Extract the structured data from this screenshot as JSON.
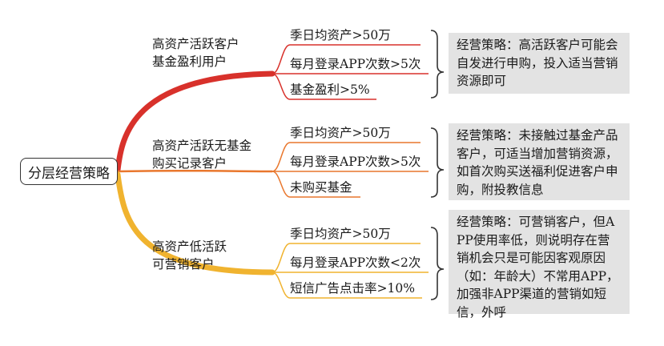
{
  "root": {
    "label": "分层经营策略"
  },
  "branches": [
    {
      "title": [
        "高资产活跃客户",
        "基金盈利用户"
      ],
      "color": "#d8312b",
      "criteria": [
        "季日均资产>50万",
        "每月登录APP次数>5次",
        "基金盈利>5%"
      ],
      "strategy": "经营策略：高活跃客户可能会自发进行申购，投入适当营销资源即可"
    },
    {
      "title": [
        "高资产活跃无基金",
        "购买记录客户"
      ],
      "color": "#e9772d",
      "criteria": [
        "季日均资产>50万",
        "每月登录APP次数>5次",
        "未购买基金"
      ],
      "strategy": "经营策略：未接触过基金产品客户，可适当增加营销资源，如首次购买送福利促进客户申购，附投教信息"
    },
    {
      "title": [
        "高资产低活跃",
        "可营销客户"
      ],
      "color": "#f0b32f",
      "criteria": [
        "季日均资产>50万",
        "每月登录APP次数<2次",
        "短信广告点击率>10%"
      ],
      "strategy": "经营策略：可营销客户，但APP使用率低，则说明存在营销机会只是可能因客观原因（如：年龄大）不常用APP，加强非APP渠道的营销如短信，外呼"
    }
  ]
}
